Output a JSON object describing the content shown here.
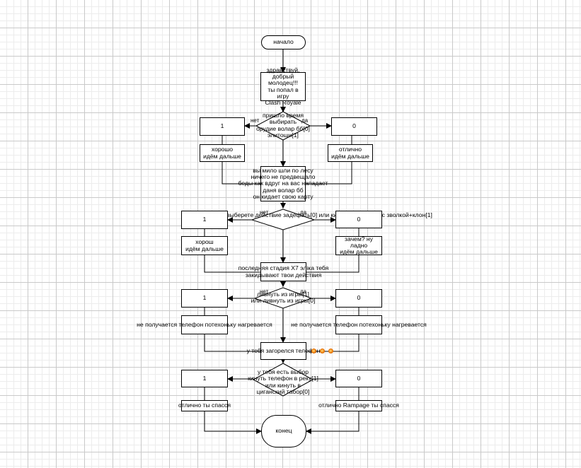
{
  "flowchart": {
    "start": "начало",
    "end": "конец",
    "no": "нет",
    "yes": "да",
    "emoji_icon": "fire-icon",
    "stage1": {
      "process": "здравствуй,\nдобрый молодец!!!\nты попал в игру\nClash Royale",
      "decision": "пришло время\nвыбирать\nорудие волар бб[0]\nэлитоши[1]",
      "left_value": "1",
      "right_value": "0",
      "left_text": "хорошо\nидём дальше",
      "right_text": "отлично\nидём дальше"
    },
    "stage2": {
      "process": "вы мило шли по лесу\nничего не предвещало\nбеды как вдруг на вас нападает\nданя волар бб\nон кидает свою карту",
      "decision": "выберете действие задефать[0] или\nкинуть меганайта с зволкой+клон[1]",
      "left_value": "1",
      "right_value": "0",
      "left_text": "хорош\nидём дальше",
      "right_text": "зачем? ну ладно\nидём дальше"
    },
    "stage3": {
      "process": "последняя стадия X7 эліка тебя\nзакидывают твои действия",
      "decision": "ливнуть из игры[1]\nили ливнуть из игры[0]",
      "left_value": "1",
      "right_value": "0",
      "left_text": "не получается телефон\nпотехоньку нагревается",
      "right_text": "не получается телефон\nпотехоньку нагревается"
    },
    "stage4": {
      "process": "у тебя загорелся телефон",
      "decision": "у тебя есть выбор\nкинуть телефон в реку[1]\nили кинуть в\nциганский табор[0]",
      "left_value": "1",
      "right_value": "0",
      "left_text": "отлично ты спасся",
      "right_text": "отлично Rampage ты спасся"
    }
  }
}
